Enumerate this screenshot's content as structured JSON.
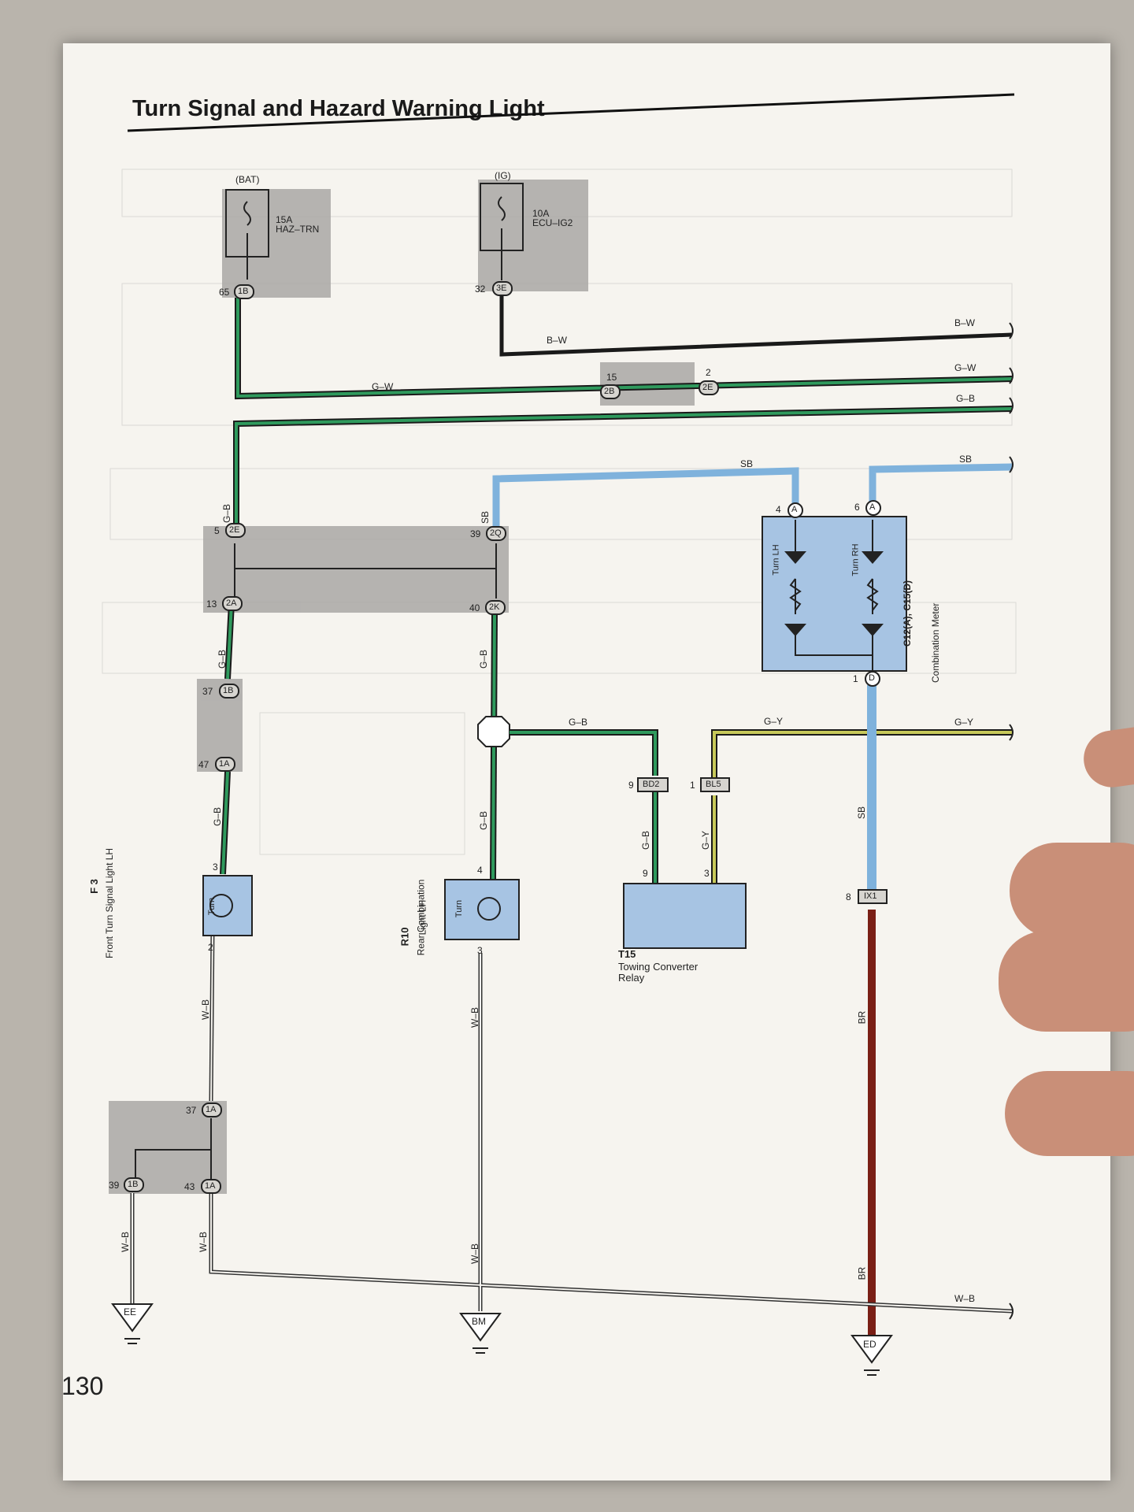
{
  "page": {
    "title": "Turn Signal and Hazard Warning Light",
    "page_number": "130"
  },
  "sources": {
    "bat": {
      "label": "(BAT)",
      "fuse_amp": "15A",
      "fuse_name": "HAZ–TRN"
    },
    "ig": {
      "label": "(IG)",
      "fuse_amp": "10A",
      "fuse_name": "ECU–IG2"
    }
  },
  "connectors": {
    "c65_1B": {
      "pin": "65",
      "id": "1B"
    },
    "c32_3E": {
      "pin": "32",
      "id": "3E"
    },
    "c15_2B": {
      "pin": "15",
      "id": "2B"
    },
    "c2_2E": {
      "pin": "2",
      "id": "2E"
    },
    "c5_2E": {
      "pin": "5",
      "id": "2E"
    },
    "c39_2Q": {
      "pin": "39",
      "id": "2Q"
    },
    "c13_2A": {
      "pin": "13",
      "id": "2A"
    },
    "c40_2K": {
      "pin": "40",
      "id": "2K"
    },
    "c37_1B": {
      "pin": "37",
      "id": "1B"
    },
    "c47_1A": {
      "pin": "47",
      "id": "1A"
    },
    "c9_BD2": {
      "pin": "9",
      "id": "BD2"
    },
    "c1_BL5": {
      "pin": "1",
      "id": "BL5"
    },
    "c8_IX1": {
      "pin": "8",
      "id": "IX1"
    },
    "c37_1A": {
      "pin": "37",
      "id": "1A"
    },
    "c39_1B": {
      "pin": "39",
      "id": "1B"
    },
    "c43_1A": {
      "pin": "43",
      "id": "1A"
    },
    "c4_A": {
      "pin": "4",
      "id": "A"
    },
    "c6_A": {
      "pin": "6",
      "id": "A"
    },
    "c1_D": {
      "pin": "1",
      "id": "D"
    }
  },
  "wires": {
    "bw": "B–W",
    "gw": "G–W",
    "gb": "G–B",
    "sb": "SB",
    "gy": "G–Y",
    "wb": "W–B",
    "br": "BR"
  },
  "components": {
    "f3": {
      "code": "F 3",
      "name": "Front Turn Signal Light LH",
      "inner": "Turn",
      "pin_in": "3",
      "pin_out": "2"
    },
    "r10": {
      "code": "R10",
      "name_1": "Rear Combination",
      "name_2": "Light LH",
      "inner": "Turn",
      "pin_in": "4",
      "pin_out": "3"
    },
    "t15": {
      "code": "T15",
      "name_1": "Towing Converter",
      "name_2": "Relay",
      "pin_a": "9",
      "pin_b": "3"
    },
    "meter": {
      "code": "C12(A), C15(D)",
      "name": "Combination Meter",
      "turn_lh": "Turn LH",
      "turn_rh": "Turn RH"
    }
  },
  "grounds": {
    "ee": "EE",
    "bm": "BM",
    "ed": "ED"
  },
  "colors": {
    "green_wire": "#1d8a52",
    "sb_wire": "#7fb2dc",
    "br_wire": "#7a1f16",
    "junction_gray": "#a9a7a4",
    "component_blue": "#a7c4e3"
  }
}
